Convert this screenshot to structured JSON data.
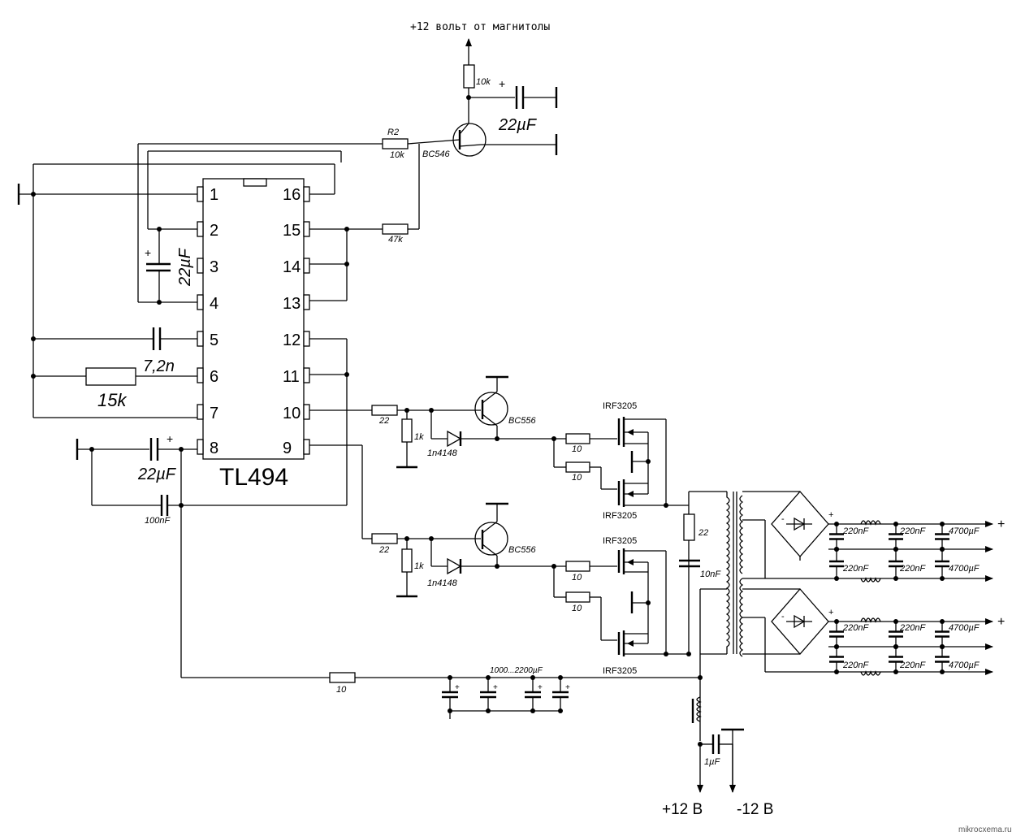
{
  "diagram": {
    "title": "+12 вольт от магнитолы",
    "watermark": "mikrocxema.ru",
    "ic": {
      "name": "TL494",
      "left_pins": [
        "1",
        "2",
        "3",
        "4",
        "5",
        "6",
        "7",
        "8"
      ],
      "right_pins": [
        "16",
        "15",
        "14",
        "13",
        "12",
        "11",
        "10",
        "9"
      ]
    },
    "components": {
      "r_top": "10k",
      "c_top": "22µF",
      "r2_name": "R2",
      "r2_value": "10k",
      "transistor_top": "BC546",
      "r_47k": "47k",
      "c_pin3": "22µF",
      "c_pin5": "7,2n",
      "r_pin6": "15k",
      "c_pin8": "22µF",
      "c_100n": "100nF",
      "r_22_a": "22",
      "r_1k_a": "1k",
      "diode_a": "1n4148",
      "transistor_a": "BC556",
      "r_10_a1": "10",
      "r_10_a2": "10",
      "mosfet_a1": "IRF3205",
      "mosfet_a2": "IRF3205",
      "r_22_b": "22",
      "r_1k_b": "1k",
      "diode_b": "1n4148",
      "transistor_b": "BC556",
      "r_10_b1": "10",
      "r_10_b2": "10",
      "mosfet_b1": "IRF3205",
      "mosfet_b2": "IRF3205",
      "r_snubber": "22",
      "c_snubber": "10nF",
      "r_10_supply": "10",
      "c_bank": "1000...2200µF",
      "c_1uf": "1µF",
      "c_220n_1": "220nF",
      "c_220n_2": "220nF",
      "c_220n_3": "220nF",
      "c_220n_4": "220nF",
      "c_220n_5": "220nF",
      "c_220n_6": "220nF",
      "c_220n_7": "220nF",
      "c_220n_8": "220nF",
      "c_4700_1": "4700µF",
      "c_4700_2": "4700µF",
      "c_4700_3": "4700µF",
      "c_4700_4": "4700µF",
      "plus_1": "+",
      "minus_1": "-",
      "plus_2": "+",
      "minus_2": "-"
    },
    "supply": {
      "pos": "+12 В",
      "neg": "-12 В"
    }
  }
}
